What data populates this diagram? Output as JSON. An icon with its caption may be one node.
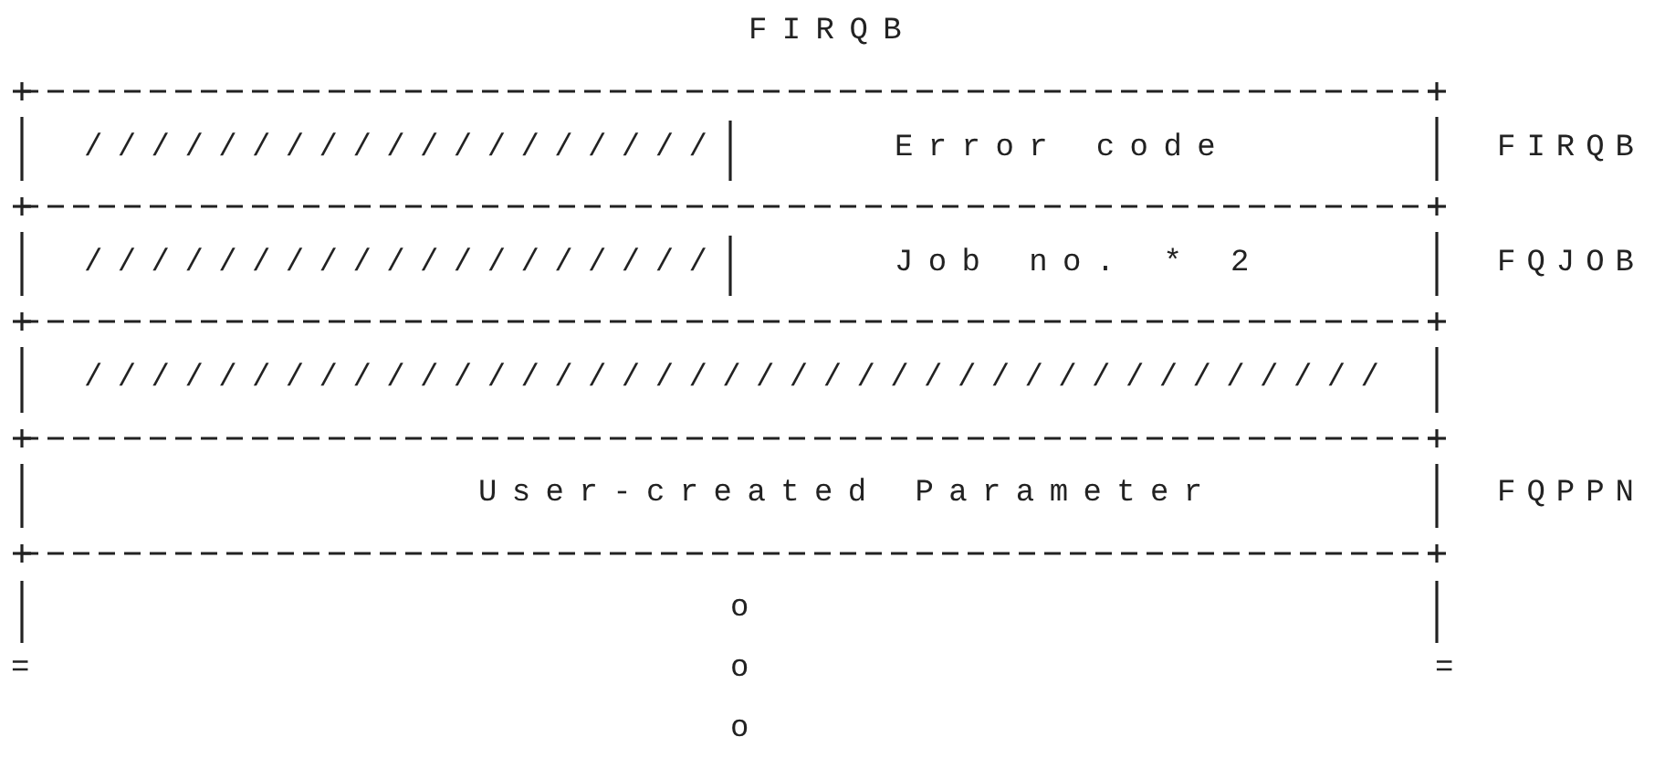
{
  "diagram": {
    "title": "FIRQB",
    "labels": [
      "///////////////////",
      "Error code",
      "FIRQB",
      "///////////////////",
      "Job no. * 2",
      "FQJOB",
      "///////////////////////////////////////",
      "User-created Parameter",
      "FQPPN",
      "o",
      "=",
      "o",
      "=",
      "o"
    ]
  }
}
